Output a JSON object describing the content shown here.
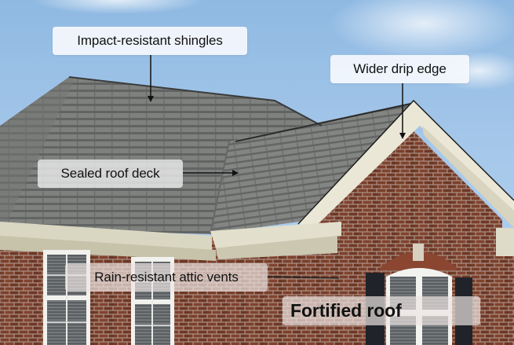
{
  "image": {
    "subject": "Brick house with gray asphalt shingle roof, annotated fortified roof features",
    "colors": {
      "sky": "#a6c8ea",
      "shingle": "#7d7f7d",
      "shingle_dark": "#5f6160",
      "trim": "#e8e4d4",
      "brick": "#7a3f2c",
      "mortar": "#b9a89a",
      "shutter": "#1f2329",
      "label_bg": "#f4f8fd",
      "label_text": "#111111"
    }
  },
  "annotations": [
    {
      "id": "impact-resistant-shingles",
      "text": "Impact-resistant shingles"
    },
    {
      "id": "wider-drip-edge",
      "text": "Wider drip edge"
    },
    {
      "id": "sealed-roof-deck",
      "text": "Sealed roof deck"
    },
    {
      "id": "rain-resistant-attic-vents",
      "text": "Rain-resistant attic vents"
    },
    {
      "id": "fortified-roof",
      "text": "Fortified roof"
    }
  ]
}
